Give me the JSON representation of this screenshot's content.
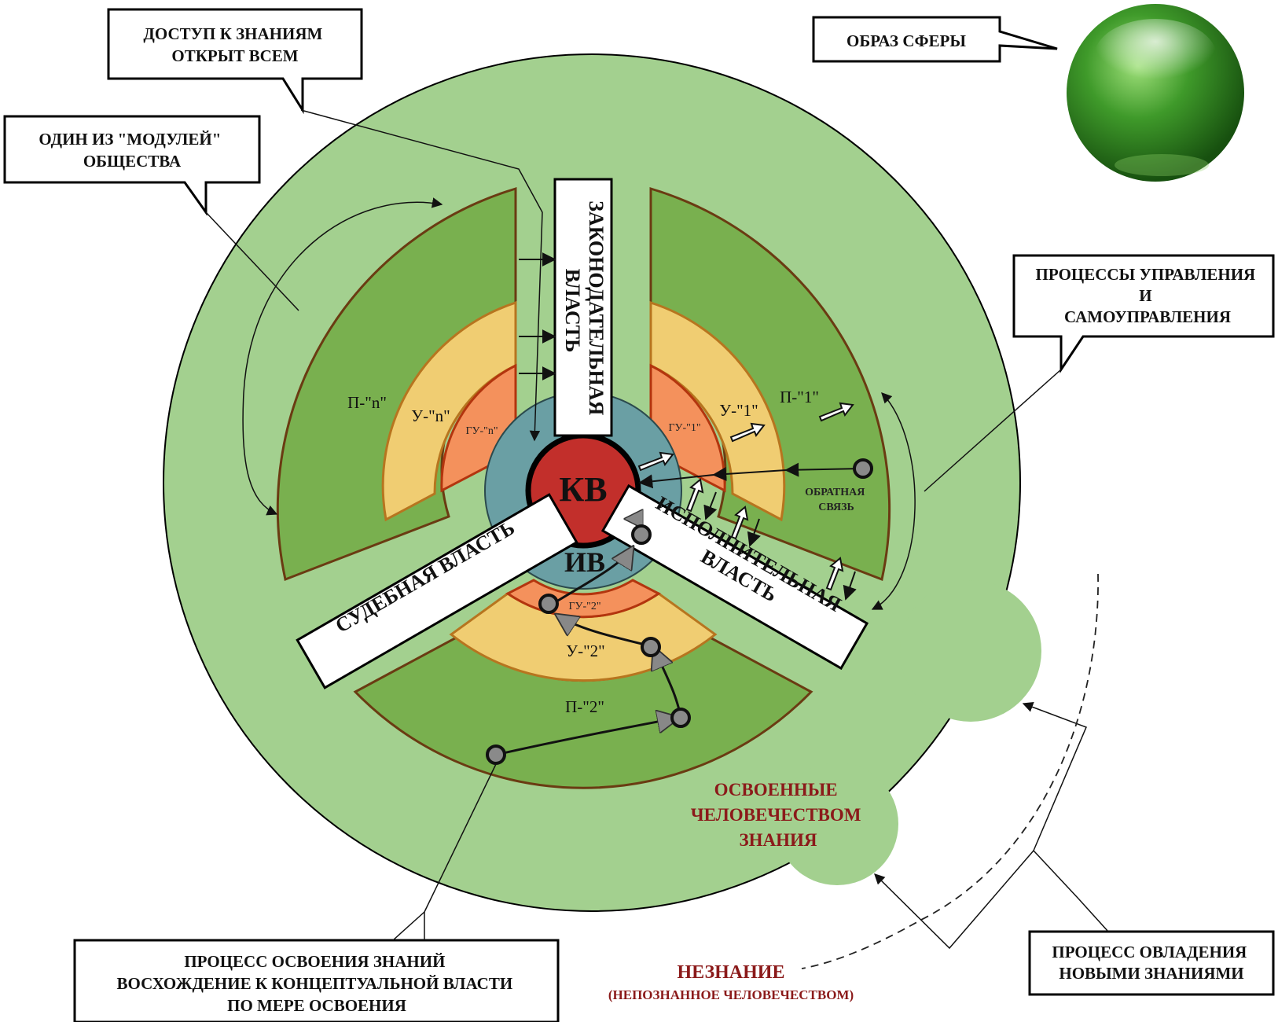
{
  "callouts": {
    "access": [
      "ДОСТУП К ЗНАНИЯМ",
      "ОТКРЫТ ВСЕМ"
    ],
    "module": [
      "ОДИН ИЗ \"МОДУЛЕЙ\"",
      "ОБЩЕСТВА"
    ],
    "sphere": "ОБРАЗ СФЕРЫ",
    "management": [
      "ПРОЦЕССЫ УПРАВЛЕНИЯ",
      "И",
      "САМОУПРАВЛЕНИЯ"
    ],
    "process": [
      "ПРОЦЕСС ОСВОЕНИЯ ЗНАНИЙ",
      "ВОСХОЖДЕНИЕ К КОНЦЕПТУАЛЬНОЙ ВЛАСТИ",
      "ПО МЕРЕ ОСВОЕНИЯ"
    ],
    "mastery": [
      "ПРОЦЕСС ОВЛАДЕНИЯ",
      "НОВЫМИ ЗНАНИЯМИ"
    ]
  },
  "center": {
    "kv": "КВ",
    "iv": "ИВ"
  },
  "branches": {
    "legislative": [
      "ЗАКОНОДАТЕЛЬНАЯ",
      "ВЛАСТЬ"
    ],
    "judicial": "СУДЕБНАЯ ВЛАСТЬ",
    "executive": [
      "ИСПОЛНИТЕЛЬНАЯ",
      "ВЛАСТЬ"
    ]
  },
  "sectors": {
    "n": {
      "p": "П-\"n\"",
      "u": "У-\"n\"",
      "gu": "ГУ-\"n\""
    },
    "one": {
      "p": "П-\"1\"",
      "u": "У-\"1\"",
      "gu": "ГУ-\"1\""
    },
    "two": {
      "p": "П-\"2\"",
      "u": "У-\"2\"",
      "gu": "ГУ-\"2\""
    }
  },
  "feedback": [
    "ОБРАТНАЯ",
    "СВЯЗЬ"
  ],
  "mastered": [
    "ОСВОЕННЫЕ",
    "ЧЕЛОВЕЧЕСТВОМ",
    "ЗНАНИЯ"
  ],
  "ignorance": {
    "title": "НЕЗНАНИЕ",
    "subtitle": "(НЕПОЗНАННОЕ ЧЕЛОВЕЧЕСТВОМ)"
  },
  "colors": {
    "big_circle": "#a3d08f",
    "p_sector": "#79b04f",
    "u_sector": "#f0cd72",
    "gu_sector": "#f4915c",
    "ring": "#6a9fa4",
    "kv_core": "#c22f2b",
    "accent_text": "#8b1a1a"
  }
}
